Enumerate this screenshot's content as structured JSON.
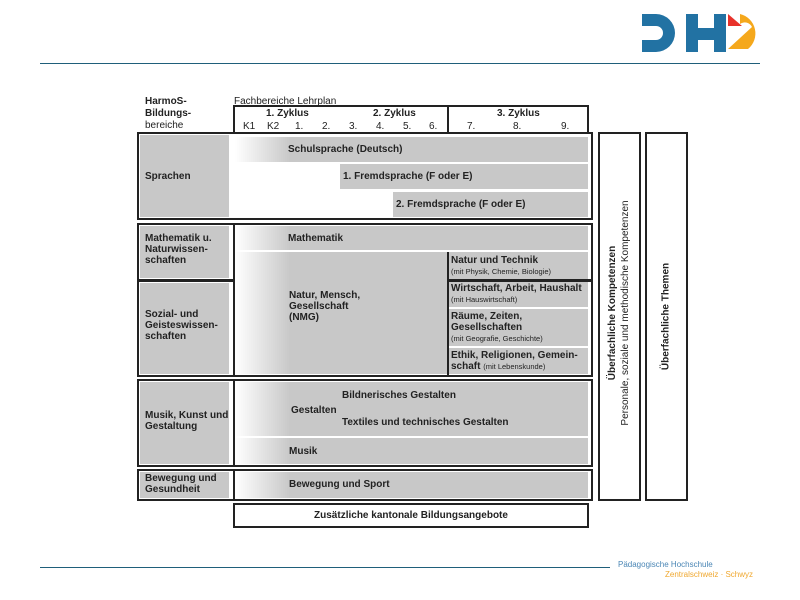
{
  "logo": {
    "text": "PHZ",
    "colors": {
      "blue": "#2272a3",
      "orange": "#f5a81c",
      "red": "#e8322b"
    }
  },
  "header": {
    "harmos": [
      "HarmoS-",
      "Bildungs-",
      "bereiche"
    ],
    "fachbereiche": "Fachbereiche Lehrplan",
    "zyklen": [
      "1. Zyklus",
      "2. Zyklus",
      "3. Zyklus"
    ],
    "grades": [
      "K1",
      "K2",
      "1.",
      "2.",
      "3.",
      "4.",
      "5.",
      "6.",
      "7.",
      "8.",
      "9."
    ]
  },
  "areas": {
    "sprachen": "Sprachen",
    "math": "Mathematik u. Naturwissen-schaften",
    "sozial": "Sozial- und Geisteswissen-schaften",
    "musik": "Musik, Kunst und Gestaltung",
    "bewegung": "Bewegung und Gesundheit"
  },
  "subjects": {
    "schulsprache": "Schulsprache (Deutsch)",
    "fremd1": "1. Fremdsprache (F oder E)",
    "fremd2": "2. Fremdsprache (F oder E)",
    "mathematik": "Mathematik",
    "nmg": "Natur, Mensch, Gesellschaft (NMG)",
    "nt": "Natur und Technik",
    "nt_sub": "(mit Physik, Chemie, Biologie)",
    "wah": "Wirtschaft, Arbeit, Haushalt",
    "wah_sub": "(mit Hauswirtschaft)",
    "rzg": "Räume, Zeiten, Gesellschaften",
    "rzg_sub": "(mit Geografie, Geschichte)",
    "erg": "Ethik, Religionen, Gemein-schaft",
    "erg_sub": "(mit Lebenskunde)",
    "gestalten": "Gestalten",
    "bg": "Bildnerisches Gestalten",
    "ttg": "Textiles und technisches Gestalten",
    "musik": "Musik",
    "sport": "Bewegung und Sport",
    "zusatz": "Zusätzliche kantonale Bildungsangebote"
  },
  "side": {
    "komp_title": "Überfachliche Kompetenzen",
    "komp_sub": "Personale, soziale und methodische Kompetenzen",
    "themen": "Überfachliche Themen"
  },
  "footer": {
    "line1": "Pädagogische Hochschule",
    "line2": "Zentralschweiz · Schwyz"
  }
}
